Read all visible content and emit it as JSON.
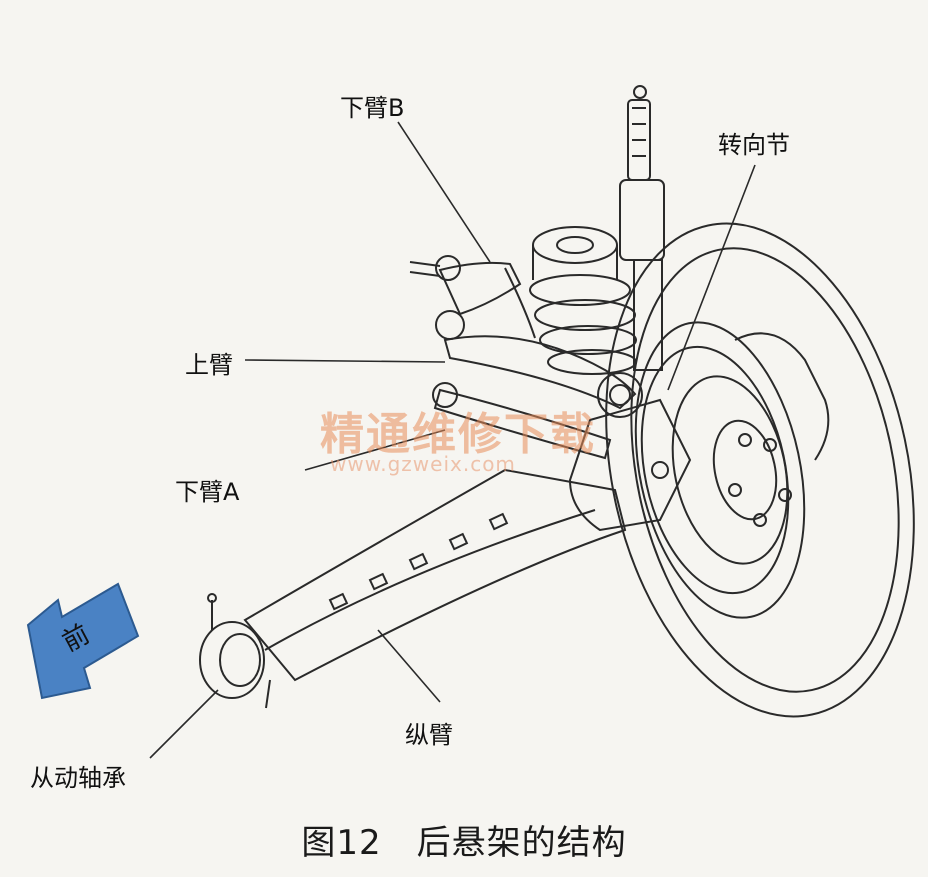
{
  "labels": {
    "lower_arm_b": "下臂B",
    "steering_knuckle": "转向节",
    "upper_arm": "上臂",
    "lower_arm_a": "下臂A",
    "trailing_arm": "纵臂",
    "driven_bearing": "从动轴承"
  },
  "front_arrow": {
    "text": "前",
    "color": "#4a82c4"
  },
  "caption": "图12　后悬架的结构",
  "watermark": {
    "text": "精通维修下载",
    "url": "www.gzweix.com"
  },
  "colors": {
    "line": "#2a2a2a",
    "paper": "#f6f5f1"
  }
}
